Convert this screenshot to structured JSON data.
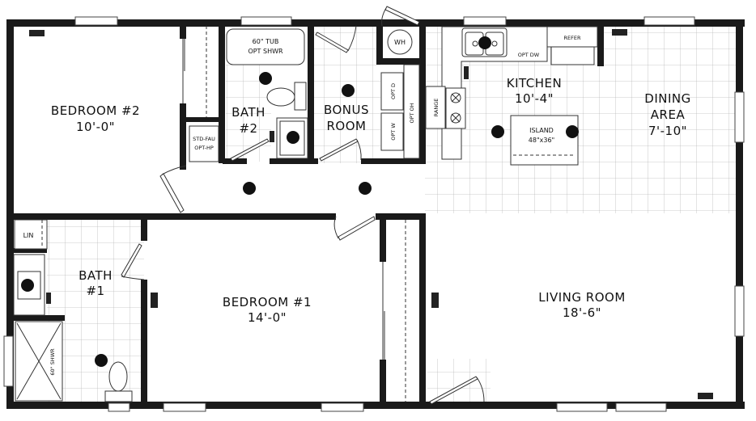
{
  "plan": {
    "rooms": [
      {
        "name": "BEDROOM #2",
        "size": "10'-0\""
      },
      {
        "name": "BATH",
        "size": "#2"
      },
      {
        "name": "BONUS",
        "size": "ROOM"
      },
      {
        "name": "KITCHEN",
        "size": "10'-4\""
      },
      {
        "name": "DINING",
        "line2": "AREA",
        "size": "7'-10\""
      },
      {
        "name": "BATH",
        "size": "#1"
      },
      {
        "name": "BEDROOM #1",
        "size": "14'-0\""
      },
      {
        "name": "LIVING ROOM",
        "size": "18'-6\""
      }
    ],
    "fixtures": {
      "tub_line1": "60\" TUB",
      "tub_line2": "OPT SHWR",
      "water_heater": "WH",
      "furnace_line1": "STD-FAU",
      "furnace_line2": "OPT-HP",
      "opt_d": "OPT D",
      "opt_w": "OPT W",
      "opt_oh": "OPT OH",
      "refer": "REFER",
      "opt_dw": "OPT DW",
      "range": "RANGE",
      "island_line1": "ISLAND",
      "island_line2": "48\"x36\"",
      "linen": "LIN",
      "shower": "60\" SHWR"
    }
  }
}
